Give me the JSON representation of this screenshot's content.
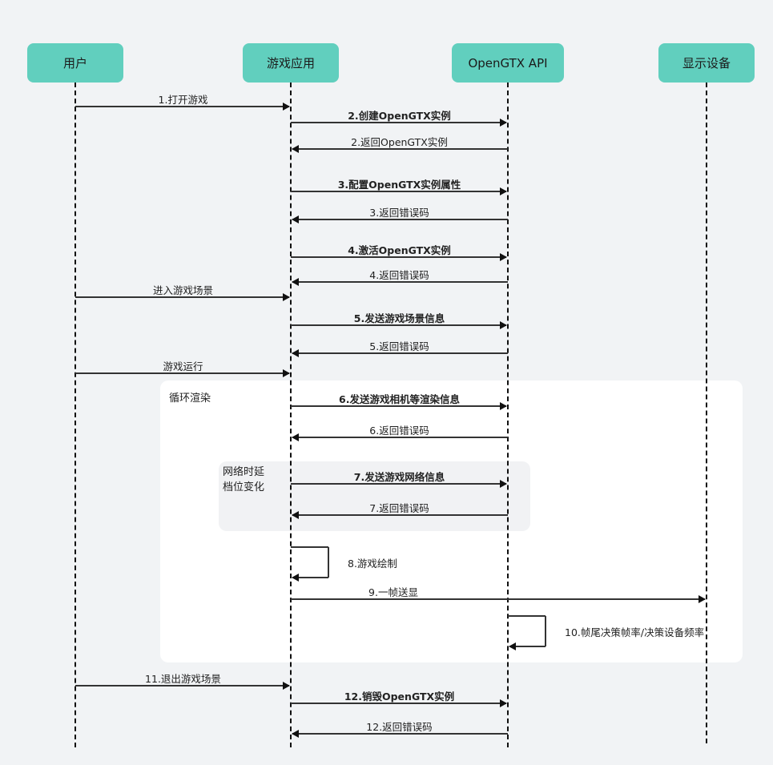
{
  "actors": [
    {
      "id": "user",
      "label": "用户"
    },
    {
      "id": "app",
      "label": "游戏应用"
    },
    {
      "id": "api",
      "label": "OpenGTX API"
    },
    {
      "id": "display",
      "label": "显示设备"
    }
  ],
  "frames": {
    "loop": {
      "label": "循环渲染"
    },
    "network": {
      "label": "网络时延\n档位变化"
    }
  },
  "colors": {
    "actor_fill": "#61cfbe",
    "line": "#333333",
    "background": "#f1f3f5",
    "loop_fill": "#ffffff",
    "network_fill": "#f1f2f4"
  },
  "messages": [
    {
      "from": "user",
      "to": "app",
      "label": "1.打开游戏",
      "bold": false
    },
    {
      "from": "app",
      "to": "api",
      "label": "2.创建OpenGTX实例",
      "bold": true
    },
    {
      "from": "api",
      "to": "app",
      "label": "2.返回OpenGTX实例",
      "bold": false
    },
    {
      "from": "app",
      "to": "api",
      "label": "3.配置OpenGTX实例属性",
      "bold": true
    },
    {
      "from": "api",
      "to": "app",
      "label": "3.返回错误码",
      "bold": false
    },
    {
      "from": "app",
      "to": "api",
      "label": "4.激活OpenGTX实例",
      "bold": true
    },
    {
      "from": "api",
      "to": "app",
      "label": "4.返回错误码",
      "bold": false
    },
    {
      "from": "user",
      "to": "app",
      "label": "进入游戏场景",
      "bold": false
    },
    {
      "from": "app",
      "to": "api",
      "label": "5.发送游戏场景信息",
      "bold": true
    },
    {
      "from": "api",
      "to": "app",
      "label": "5.返回错误码",
      "bold": false
    },
    {
      "from": "user",
      "to": "app",
      "label": "游戏运行",
      "bold": false
    },
    {
      "from": "app",
      "to": "api",
      "label": "6.发送游戏相机等渲染信息",
      "bold": true
    },
    {
      "from": "api",
      "to": "app",
      "label": "6.返回错误码",
      "bold": false
    },
    {
      "from": "app",
      "to": "api",
      "label": "7.发送游戏网络信息",
      "bold": true
    },
    {
      "from": "api",
      "to": "app",
      "label": "7.返回错误码",
      "bold": false
    },
    {
      "from": "app",
      "to": "app",
      "label": "8.游戏绘制",
      "bold": false
    },
    {
      "from": "app",
      "to": "display",
      "label": "9.一帧送显",
      "bold": false
    },
    {
      "from": "api",
      "to": "api",
      "label": "10.帧尾决策帧率/决策设备频率",
      "bold": false
    },
    {
      "from": "user",
      "to": "app",
      "label": "11.退出游戏场景",
      "bold": false
    },
    {
      "from": "app",
      "to": "api",
      "label": "12.销毁OpenGTX实例",
      "bold": true
    },
    {
      "from": "api",
      "to": "app",
      "label": "12.返回错误码",
      "bold": false
    }
  ]
}
